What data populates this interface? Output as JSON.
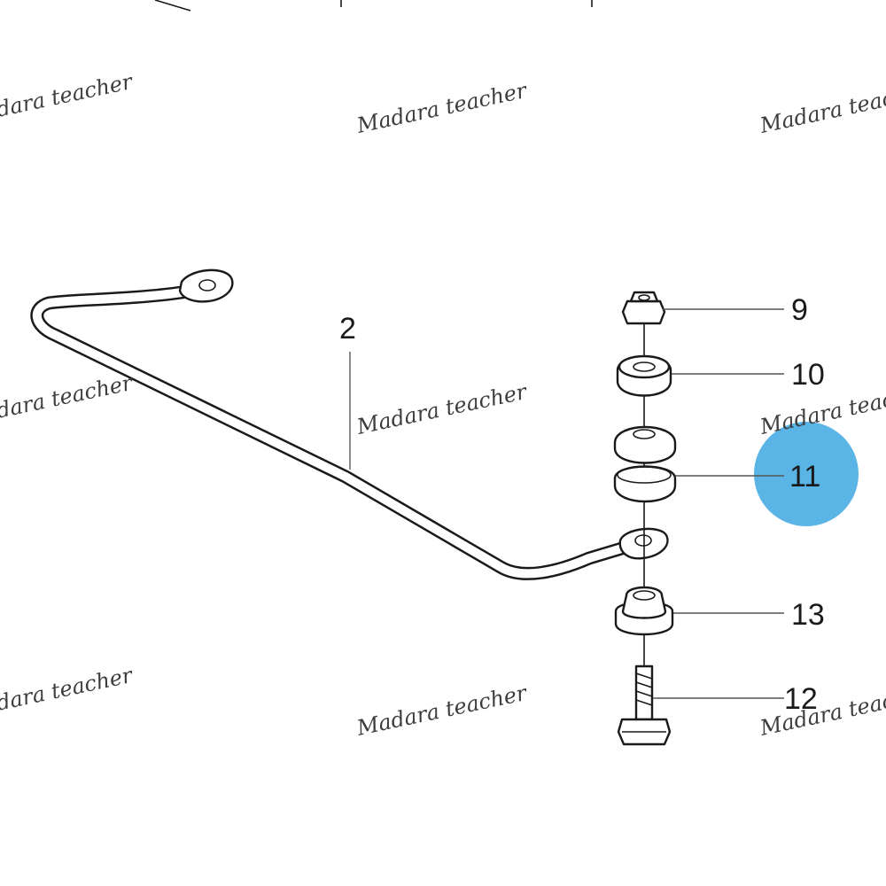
{
  "watermark": {
    "text": "Madara teacher"
  },
  "highlight": {
    "color": "#5ab4e6",
    "target_label": "11"
  },
  "callouts": {
    "bar": "2",
    "nut": "9",
    "upper_washer": "10",
    "bushing": "11",
    "lower_cup": "13",
    "bolt": "12"
  }
}
